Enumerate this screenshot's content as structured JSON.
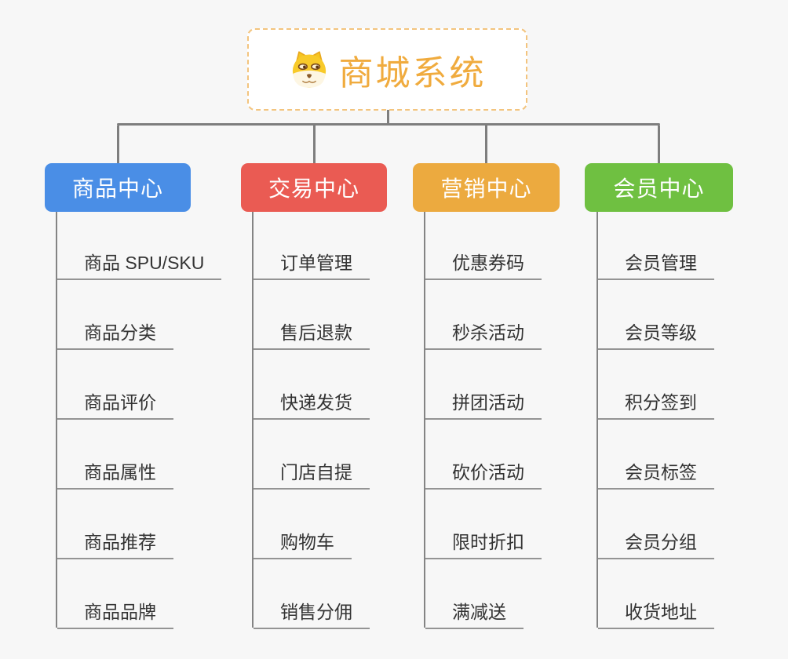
{
  "root": {
    "title": "商城系统",
    "icon": "dog-icon",
    "title_color": "#f0ab3e",
    "border_color": "#f3c47e"
  },
  "connector_color": "#7e7e7e",
  "background_color": "#f7f7f7",
  "branches": [
    {
      "label": "商品中心",
      "color": "#4a8ee6",
      "items": [
        "商品 SPU/SKU",
        "商品分类",
        "商品评价",
        "商品属性",
        "商品推荐",
        "商品品牌"
      ]
    },
    {
      "label": "交易中心",
      "color": "#ea5b53",
      "items": [
        "订单管理",
        "售后退款",
        "快递发货",
        "门店自提",
        "购物车",
        "销售分佣"
      ]
    },
    {
      "label": "营销中心",
      "color": "#ecaa3f",
      "items": [
        "优惠券码",
        "秒杀活动",
        "拼团活动",
        "砍价活动",
        "限时折扣",
        "满减送"
      ]
    },
    {
      "label": "会员中心",
      "color": "#6fc041",
      "items": [
        "会员管理",
        "会员等级",
        "积分签到",
        "会员标签",
        "会员分组",
        "收货地址"
      ]
    }
  ]
}
